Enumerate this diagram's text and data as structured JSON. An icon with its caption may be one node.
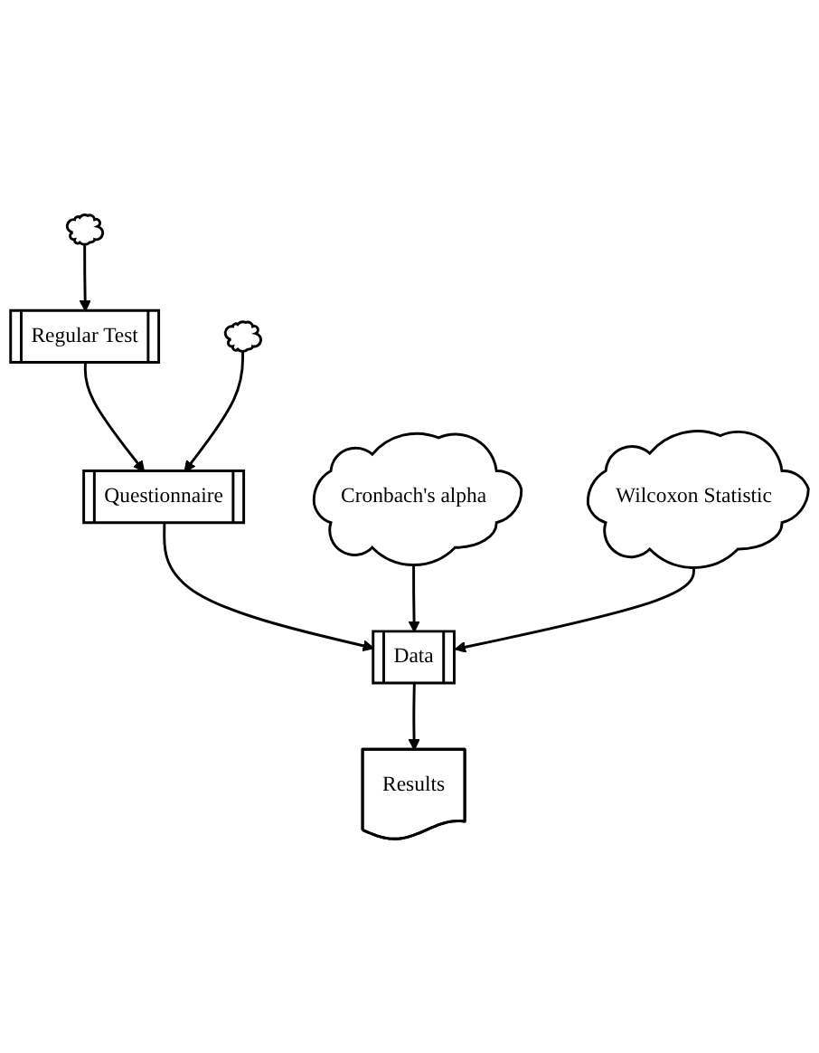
{
  "diagram": {
    "nodes": [
      {
        "text": [
          "Regular Test"
        ]
      },
      {
        "text": [],
        "shape": "cloud"
      },
      {
        "text": [
          "Questionnaire"
        ]
      },
      {
        "text": [],
        "shape": "cloud"
      },
      {
        "text": [
          "Cronbach's alpha"
        ]
      },
      {
        "text": [
          "Data"
        ]
      },
      {
        "text": [
          "Wilcoxon Statistic"
        ]
      },
      {
        "text": [
          "Results"
        ]
      }
    ],
    "edges": [
      {
        "from": 1,
        "to": 0,
        "arrow": "to"
      },
      {
        "from": 0,
        "to": 2,
        "arrow": "to"
      },
      {
        "from": 3,
        "to": 2,
        "arrow": "to"
      },
      {
        "from": 2,
        "to": 5,
        "arrow": "to"
      },
      {
        "from": 4,
        "to": 5,
        "arrow": "to"
      },
      {
        "from": 6,
        "to": 5,
        "arrow": "to"
      },
      {
        "from": 5,
        "to": 7,
        "arrow": "to"
      }
    ]
  }
}
